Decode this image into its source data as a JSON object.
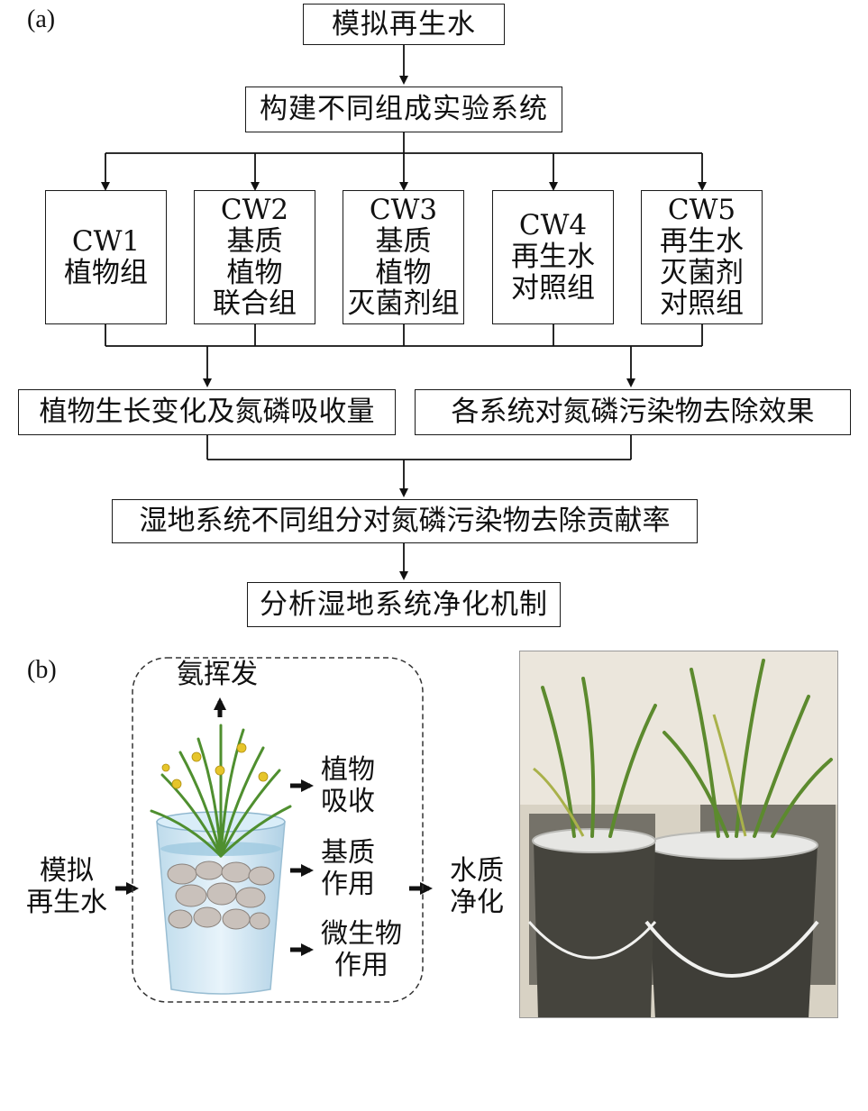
{
  "panel_a": {
    "label": "(a)",
    "start": "模拟再生水",
    "build": "构建不同组成实验系统",
    "groups": [
      {
        "lines": [
          "CW1",
          "植物组"
        ]
      },
      {
        "lines": [
          "CW2",
          "基质",
          "植物",
          "联合组"
        ]
      },
      {
        "lines": [
          "CW3",
          "基质",
          "植物",
          "灭菌剂组"
        ]
      },
      {
        "lines": [
          "CW4",
          "再生水",
          "对照组"
        ]
      },
      {
        "lines": [
          "CW5",
          "再生水",
          "灭菌剂",
          "对照组"
        ]
      }
    ],
    "result_left": "植物生长变化及氮磷吸收量",
    "result_right": "各系统对氮磷污染物去除效果",
    "contribution": "湿地系统不同组分对氮磷污染物去除贡献率",
    "mechanism": "分析湿地系统净化机制"
  },
  "panel_b": {
    "label": "(b)",
    "input": [
      "模拟",
      "再生水"
    ],
    "volatilization": "氨挥发",
    "processes": [
      {
        "lines": [
          "植物",
          "吸收"
        ]
      },
      {
        "lines": [
          "基质",
          "作用"
        ]
      },
      {
        "lines": [
          "微生物",
          "作用"
        ]
      }
    ],
    "output": [
      "水质",
      "净化"
    ]
  }
}
